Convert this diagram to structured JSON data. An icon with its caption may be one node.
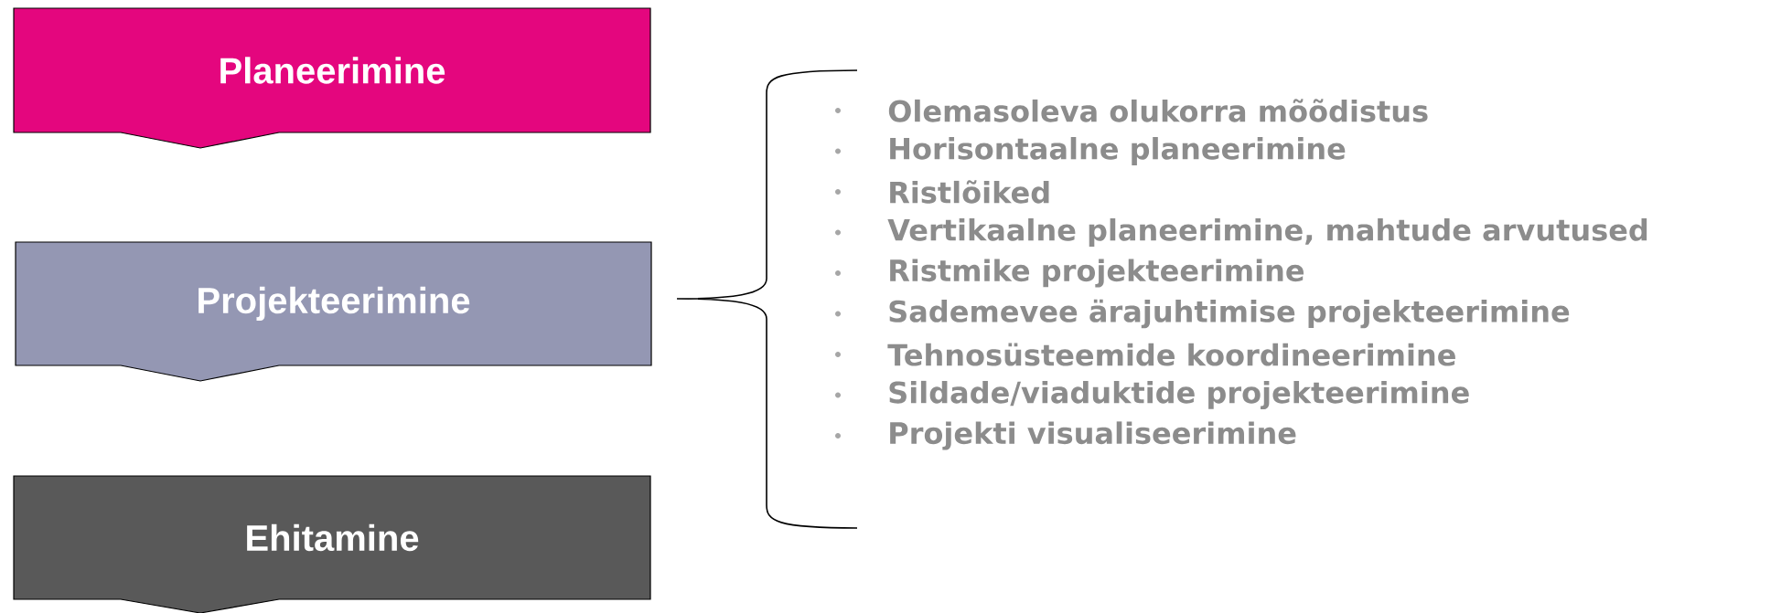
{
  "diagram": {
    "nodes": [
      {
        "text": [
          "Planeerimine"
        ]
      },
      {
        "text": [
          "Projekteerimine"
        ]
      },
      {
        "text": [
          "Ehitamine"
        ]
      }
    ],
    "labels": [
      "Olemasoleva olukorra mõõdistus",
      "Horisontaalne planeerimine",
      "Ristlõiked",
      "Vertikaalne planeerimine, mahtude arvutused",
      "Ristmike projekteerimine",
      "Sademevee ärajuhtimise projekteerimine",
      "Tehnosüsteemide koordineerimine",
      "Sildade/viaduktide projekteerimine",
      "Projekti visualiseerimine"
    ]
  }
}
